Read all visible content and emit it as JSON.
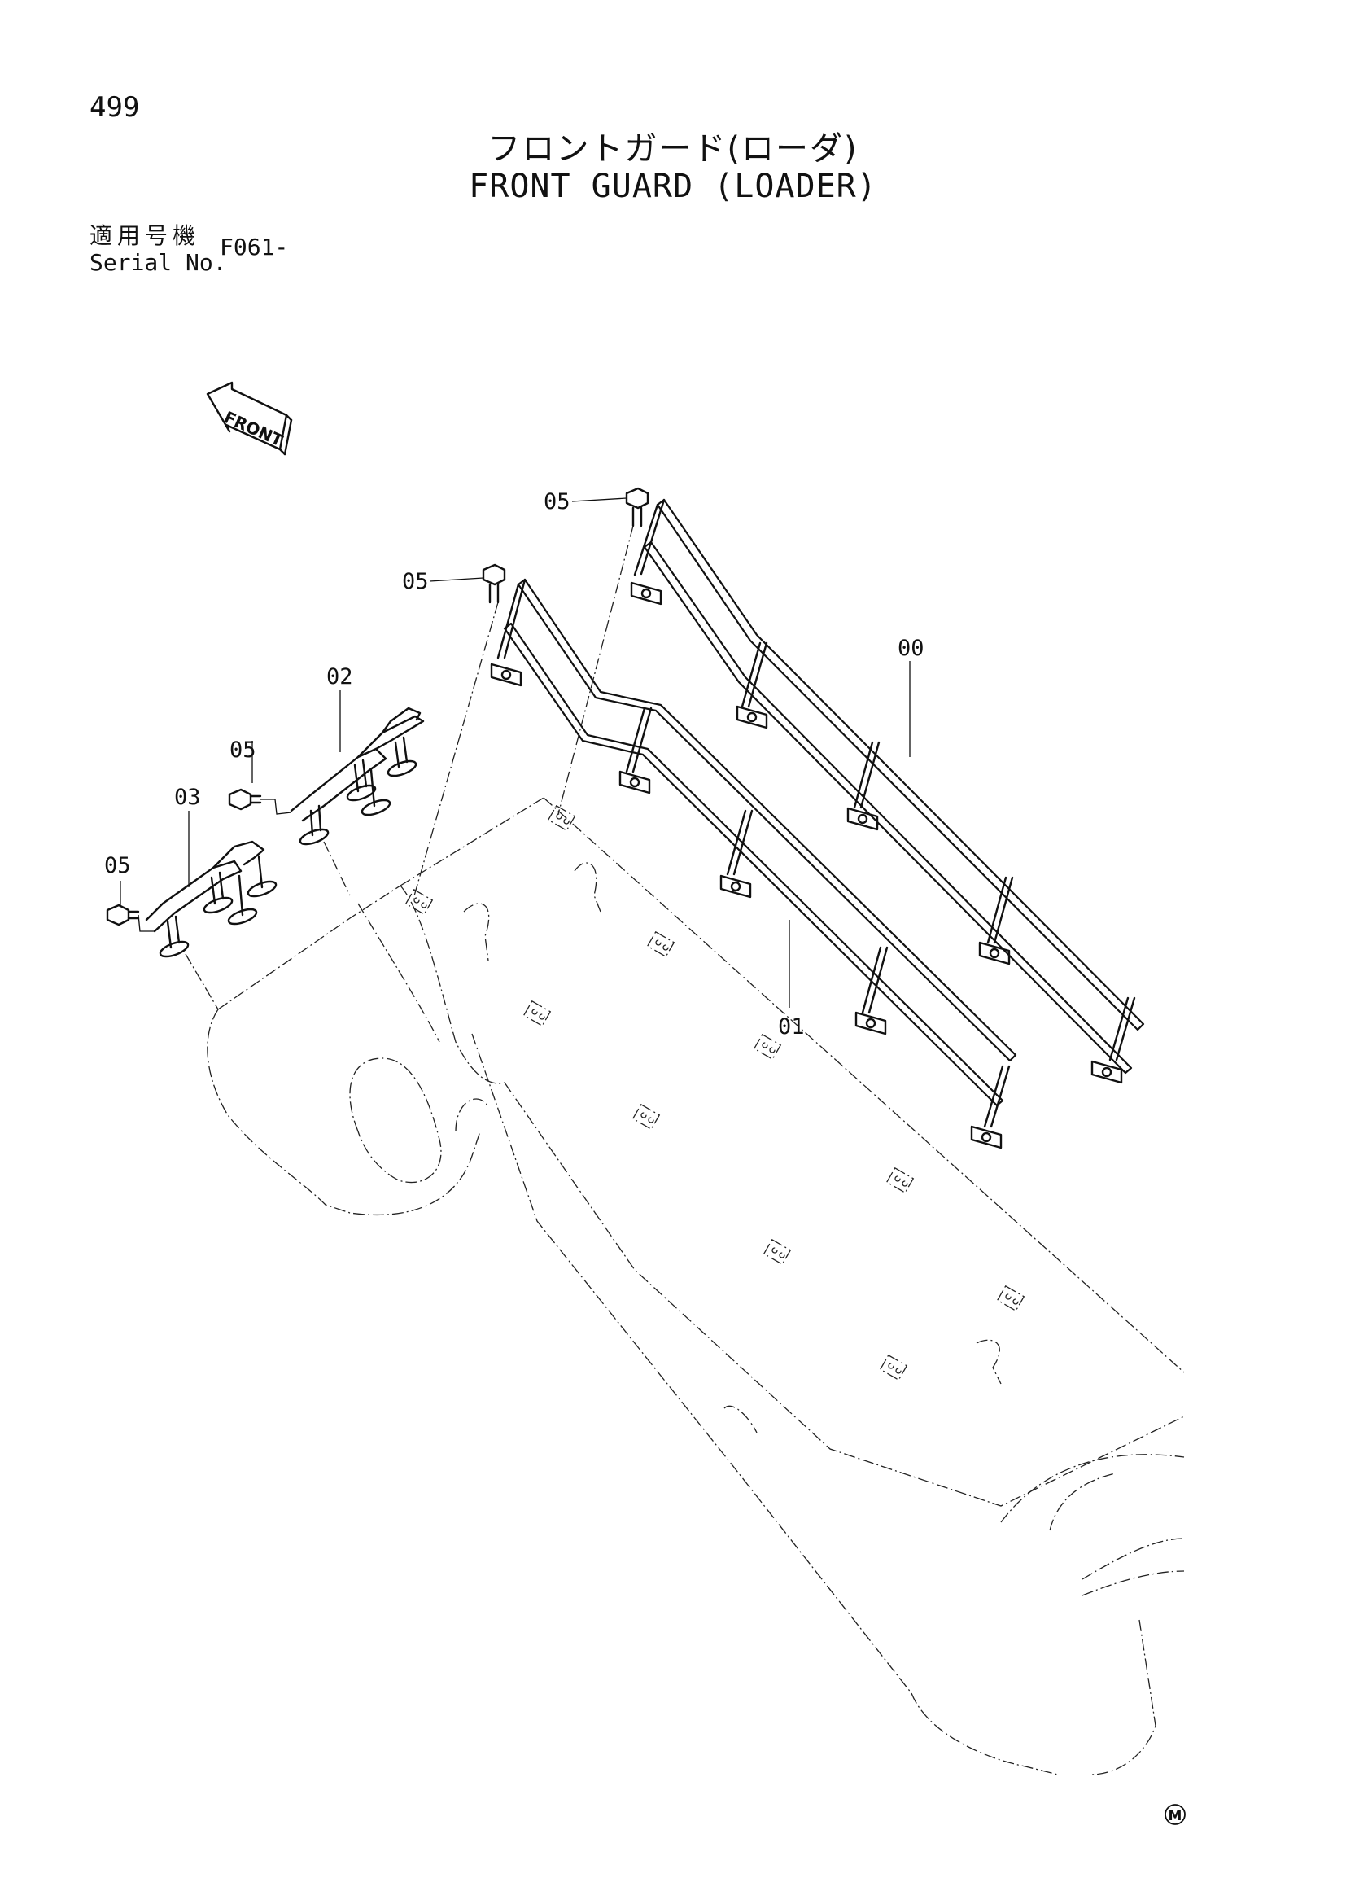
{
  "page_number": "499",
  "title_jp": "フロントガード(ローダ)",
  "title_en": "FRONT GUARD (LOADER)",
  "serial": {
    "label_jp": "適用号機",
    "label_en": "Serial No.",
    "value": "F061-"
  },
  "direction_label": "FRONT",
  "callouts": {
    "c05_top_right": "05",
    "c05_top_left": "05",
    "c00": "00",
    "c02": "02",
    "c05_mid": "05",
    "c03": "03",
    "c05_left": "05",
    "c01": "01"
  },
  "footer_mark": "M"
}
